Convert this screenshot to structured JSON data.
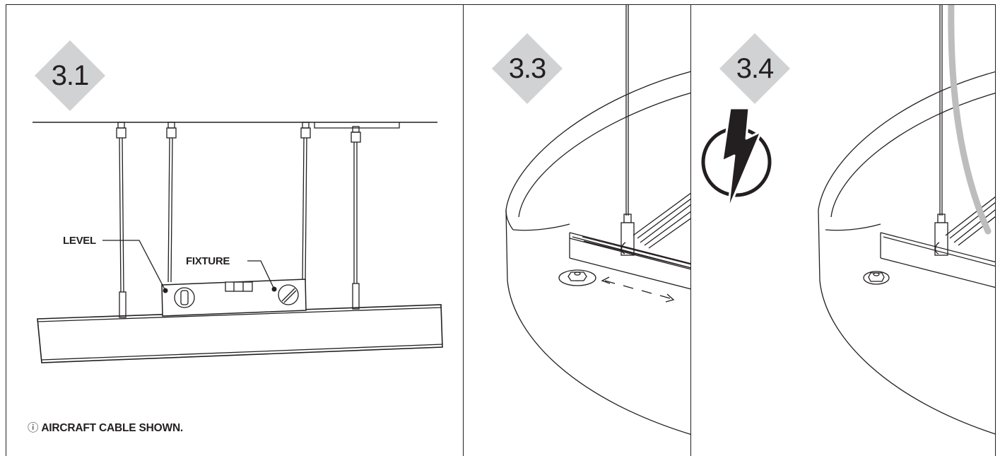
{
  "panels": [
    {
      "step": "3.1",
      "callouts": {
        "level": "LEVEL",
        "fixture": "FIXTURE"
      },
      "note": {
        "icon": "info-icon",
        "icon_glyph": "ⓘ",
        "text": "AIRCRAFT CABLE SHOWN."
      }
    },
    {
      "step": "3.3"
    },
    {
      "step": "3.4",
      "warning_icon": "electric-hazard-icon"
    }
  ],
  "colors": {
    "ink": "#231f20",
    "badge": "#d1d2d4",
    "wire": "#bdbdbd"
  }
}
